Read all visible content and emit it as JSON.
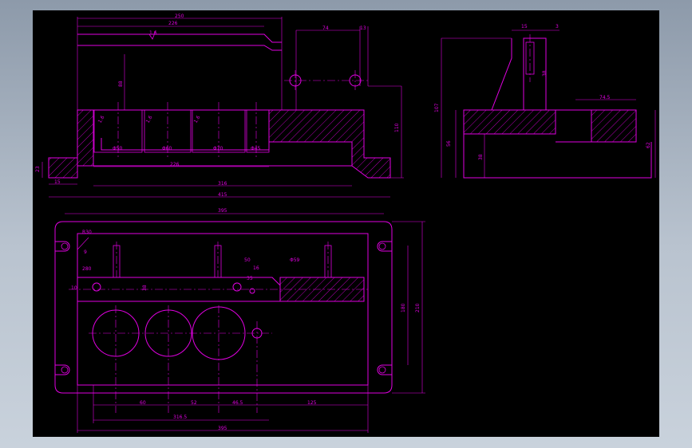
{
  "colors": {
    "background": "#000000",
    "frame": "#9aa6b4",
    "line": "#e000e0"
  },
  "top_view": {
    "dims": {
      "d250": "250",
      "d226": "226",
      "d74": "74",
      "d13": "13",
      "d88": "88",
      "d110": "110",
      "d226b": "226",
      "d316": "316",
      "d415": "415",
      "d15": "15",
      "d23": "23"
    },
    "hole_labels": [
      "Φ50",
      "Φ60",
      "Φ70",
      "Φ45"
    ],
    "roughness": [
      "1.6",
      "1.6",
      "1.6",
      "1.6"
    ]
  },
  "side_view": {
    "dims": {
      "d15": "15",
      "d3": "3",
      "d107": "107",
      "d56": "56",
      "d38": "38",
      "d74_5": "74.5",
      "d62": "62"
    }
  },
  "plan_view": {
    "dims": {
      "d395": "395",
      "r30": "R30",
      "d280": "280",
      "d9": "9",
      "d50": "50",
      "d16": "16",
      "d35": "35",
      "d10": "10",
      "d59": "Φ59",
      "d180": "180",
      "d210": "210",
      "d60": "60",
      "d52": "52",
      "d46_5": "46.5",
      "d125": "125",
      "d316_5": "316.5",
      "d395b": "395",
      "d38": "38"
    }
  }
}
